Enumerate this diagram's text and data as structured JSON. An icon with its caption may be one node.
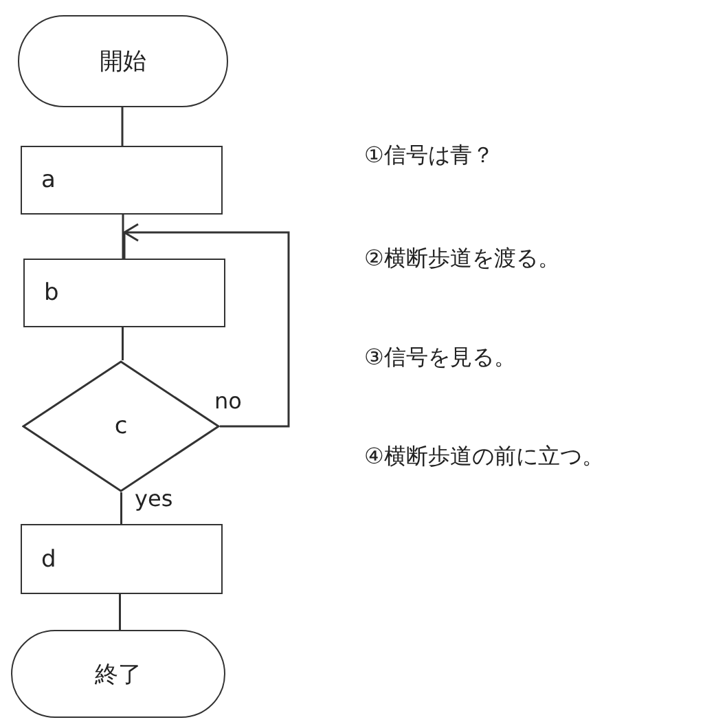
{
  "diagram": {
    "nodes": [
      {
        "text": [
          "開始"
        ]
      },
      {
        "text": [
          "a"
        ]
      },
      {
        "text": [
          "b"
        ]
      },
      {
        "text": [
          "c"
        ]
      },
      {
        "text": [
          "d"
        ]
      },
      {
        "text": [
          "終了"
        ]
      }
    ],
    "edges": [
      {
        "from": 0,
        "to": 1,
        "arrow": "none"
      },
      {
        "from": 1,
        "to": 2,
        "arrow": "none"
      },
      {
        "from": 2,
        "to": 3,
        "arrow": "none"
      },
      {
        "from": 3,
        "to": 4,
        "arrow": "none",
        "label": "yes"
      },
      {
        "from": 4,
        "to": 5,
        "arrow": "none"
      },
      {
        "from": 3,
        "to": 2,
        "arrow": "to",
        "label": "no"
      }
    ],
    "labels": [
      "①信号は青？",
      "②横断歩道を渡る。",
      "③信号を見る。",
      "④横断歩道の前に立つ。"
    ]
  }
}
